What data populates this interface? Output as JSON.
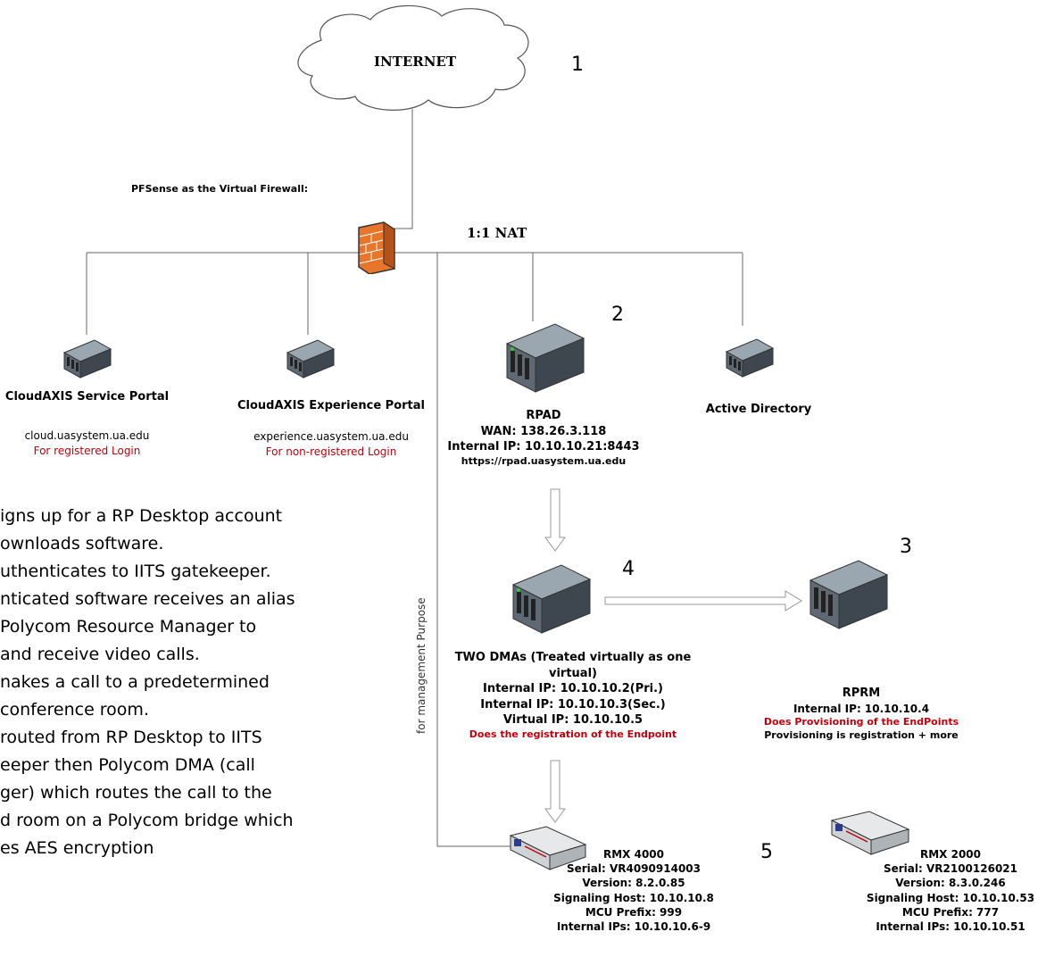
{
  "internet": {
    "label": "INTERNET"
  },
  "firewall": {
    "caption": "PFSense as the Virtual Firewall:",
    "nat_label": "1:1 NAT"
  },
  "numbers": {
    "n1": "1",
    "n2": "2",
    "n3": "3",
    "n4": "4",
    "n5": "5"
  },
  "management_label": "for management Purpose",
  "nodes": {
    "service_portal": {
      "title": "CloudAXIS Service Portal",
      "host": "cloud.uasystem.ua.edu",
      "note": "For registered Login"
    },
    "experience_portal": {
      "title": "CloudAXIS Experience Portal",
      "host": "experience.uasystem.ua.edu",
      "note": "For non-registered Login"
    },
    "rpad": {
      "title": "RPAD",
      "wan": "WAN: 138.26.3.118",
      "internal": "Internal IP: 10.10.10.21:8443",
      "url": "https://rpad.uasystem.ua.edu"
    },
    "active_directory": {
      "title": "Active Directory"
    },
    "dma": {
      "title1": "TWO DMAs (Treated virtually as one",
      "title2": "virtual)",
      "ip1": "Internal IP: 10.10.10.2(Pri.)",
      "ip2": "Internal IP: 10.10.10.3(Sec.)",
      "vip": "Virtual IP: 10.10.10.5",
      "note": "Does the registration of the Endpoint"
    },
    "rprm": {
      "title": "RPRM",
      "internal": "Internal IP: 10.10.10.4",
      "note": "Does Provisioning of the EndPoints",
      "note2": "Provisioning is registration + more"
    },
    "rmx4000": {
      "title": "RMX 4000",
      "serial": "Serial: VR4090914003",
      "version": "Version: 8.2.0.85",
      "sig": "Signaling Host: 10.10.10.8",
      "prefix": "MCU Prefix: 999",
      "ips": "Internal IPs: 10.10.10.6-9"
    },
    "rmx2000": {
      "title": "RMX 2000",
      "serial": "Serial: VR2100126021",
      "version": "Version: 8.3.0.246",
      "sig": "Signaling Host: 10.10.10.53",
      "prefix": "MCU Prefix: 777",
      "ips": "Internal IPs: 10.10.10.51"
    }
  },
  "steps": [
    "igns up for a RP Desktop account",
    "ownloads software.",
    "uthenticates to IITS gatekeeper.",
    "nticated software receives an alias",
    "Polycom Resource Manager to",
    "and receive video calls.",
    "nakes a call to a predetermined",
    "conference room.",
    "routed from RP Desktop to IITS",
    "eeper then Polycom DMA (call",
    "ger) which routes the call to the",
    "d room on a Polycom bridge which",
    "es AES encryption"
  ]
}
